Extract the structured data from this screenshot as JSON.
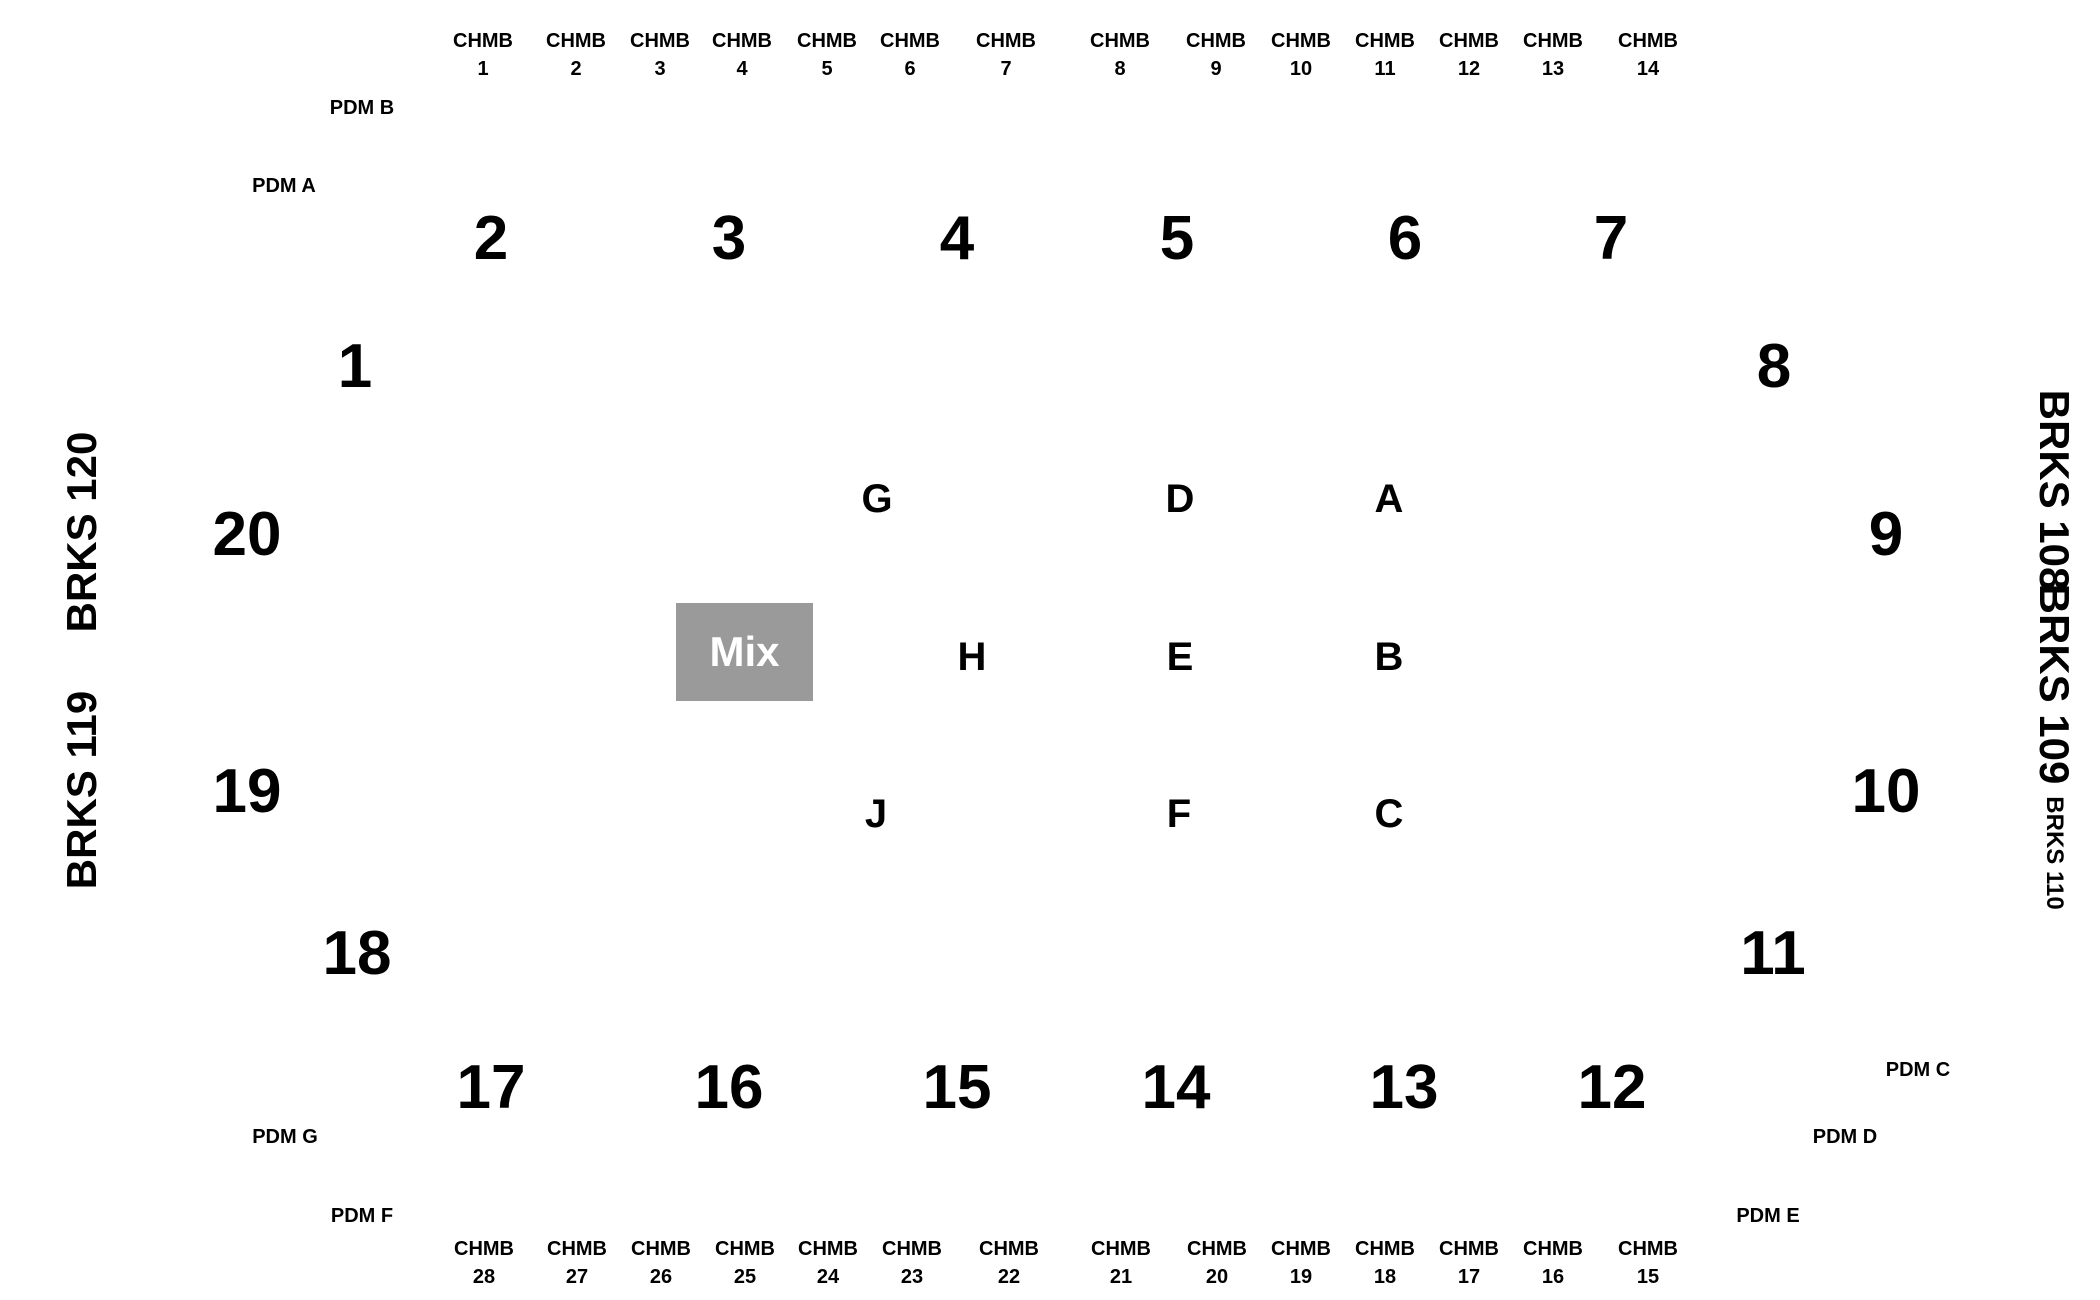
{
  "chambers_top": [
    {
      "word": "CHMB",
      "num": "1"
    },
    {
      "word": "CHMB",
      "num": "2"
    },
    {
      "word": "CHMB",
      "num": "3"
    },
    {
      "word": "CHMB",
      "num": "4"
    },
    {
      "word": "CHMB",
      "num": "5"
    },
    {
      "word": "CHMB",
      "num": "6"
    },
    {
      "word": "CHMB",
      "num": "7"
    },
    {
      "word": "CHMB",
      "num": "8"
    },
    {
      "word": "CHMB",
      "num": "9"
    },
    {
      "word": "CHMB",
      "num": "10"
    },
    {
      "word": "CHMB",
      "num": "11"
    },
    {
      "word": "CHMB",
      "num": "12"
    },
    {
      "word": "CHMB",
      "num": "13"
    },
    {
      "word": "CHMB",
      "num": "14"
    }
  ],
  "chambers_bottom": [
    {
      "word": "CHMB",
      "num": "28"
    },
    {
      "word": "CHMB",
      "num": "27"
    },
    {
      "word": "CHMB",
      "num": "26"
    },
    {
      "word": "CHMB",
      "num": "25"
    },
    {
      "word": "CHMB",
      "num": "24"
    },
    {
      "word": "CHMB",
      "num": "23"
    },
    {
      "word": "CHMB",
      "num": "22"
    },
    {
      "word": "CHMB",
      "num": "21"
    },
    {
      "word": "CHMB",
      "num": "20"
    },
    {
      "word": "CHMB",
      "num": "19"
    },
    {
      "word": "CHMB",
      "num": "18"
    },
    {
      "word": "CHMB",
      "num": "17"
    },
    {
      "word": "CHMB",
      "num": "16"
    },
    {
      "word": "CHMB",
      "num": "15"
    }
  ],
  "pdm": {
    "a": "PDM A",
    "b": "PDM B",
    "c": "PDM C",
    "d": "PDM D",
    "e": "PDM E",
    "f": "PDM F",
    "g": "PDM G"
  },
  "positions": [
    "1",
    "2",
    "3",
    "4",
    "5",
    "6",
    "7",
    "8",
    "9",
    "10",
    "11",
    "12",
    "13",
    "14",
    "15",
    "16",
    "17",
    "18",
    "19",
    "20"
  ],
  "zones": {
    "a": "A",
    "b": "B",
    "c": "C",
    "d": "D",
    "e": "E",
    "f": "F",
    "g": "G",
    "h": "H",
    "j": "J"
  },
  "mix_label": "Mix",
  "mix_color": "#9a9a9a",
  "brks": {
    "b120": "BRKS 120",
    "b119": "BRKS 119",
    "b108": "BRKS 108",
    "b109": "BRKS 109",
    "b110": "BRKS 110"
  }
}
